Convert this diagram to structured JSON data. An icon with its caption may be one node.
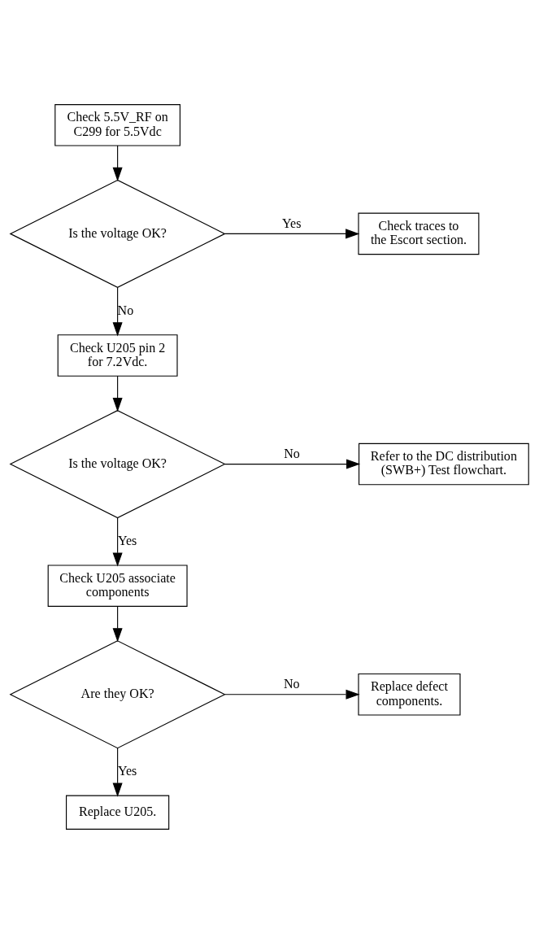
{
  "diagram": {
    "nodes": [
      {
        "text": [
          "Check 5.5V_RF on C299 for 5.5Vdc"
        ]
      },
      {
        "text": [
          "Is the voltage OK?"
        ]
      },
      {
        "text": [
          "Check traces to the Escort section."
        ]
      },
      {
        "text": [
          "Check U205 pin 2 for 7.2Vdc."
        ]
      },
      {
        "text": [
          "Is the voltage OK?"
        ]
      },
      {
        "text": [
          "Refer to the DC distribution (SWB+) Test flowchart."
        ]
      },
      {
        "text": [
          "Check U205 associate components"
        ]
      },
      {
        "text": [
          "Are they OK?"
        ]
      },
      {
        "text": [
          "Replace defect components."
        ]
      },
      {
        "text": [
          "Replace U205."
        ]
      }
    ],
    "edges": [
      {
        "from": 0,
        "to": 1,
        "arrow": "to"
      },
      {
        "from": 1,
        "to": 2,
        "arrow": "to",
        "label": "Yes"
      },
      {
        "from": 1,
        "to": 3,
        "arrow": "to",
        "label": "No"
      },
      {
        "from": 3,
        "to": 4,
        "arrow": "to"
      },
      {
        "from": 4,
        "to": 5,
        "arrow": "to",
        "label": "No"
      },
      {
        "from": 4,
        "to": 6,
        "arrow": "to",
        "label": "Yes"
      },
      {
        "from": 6,
        "to": 7,
        "arrow": "to"
      },
      {
        "from": 7,
        "to": 8,
        "arrow": "to",
        "label": "No"
      },
      {
        "from": 7,
        "to": 9,
        "arrow": "to",
        "label": "Yes"
      }
    ]
  }
}
